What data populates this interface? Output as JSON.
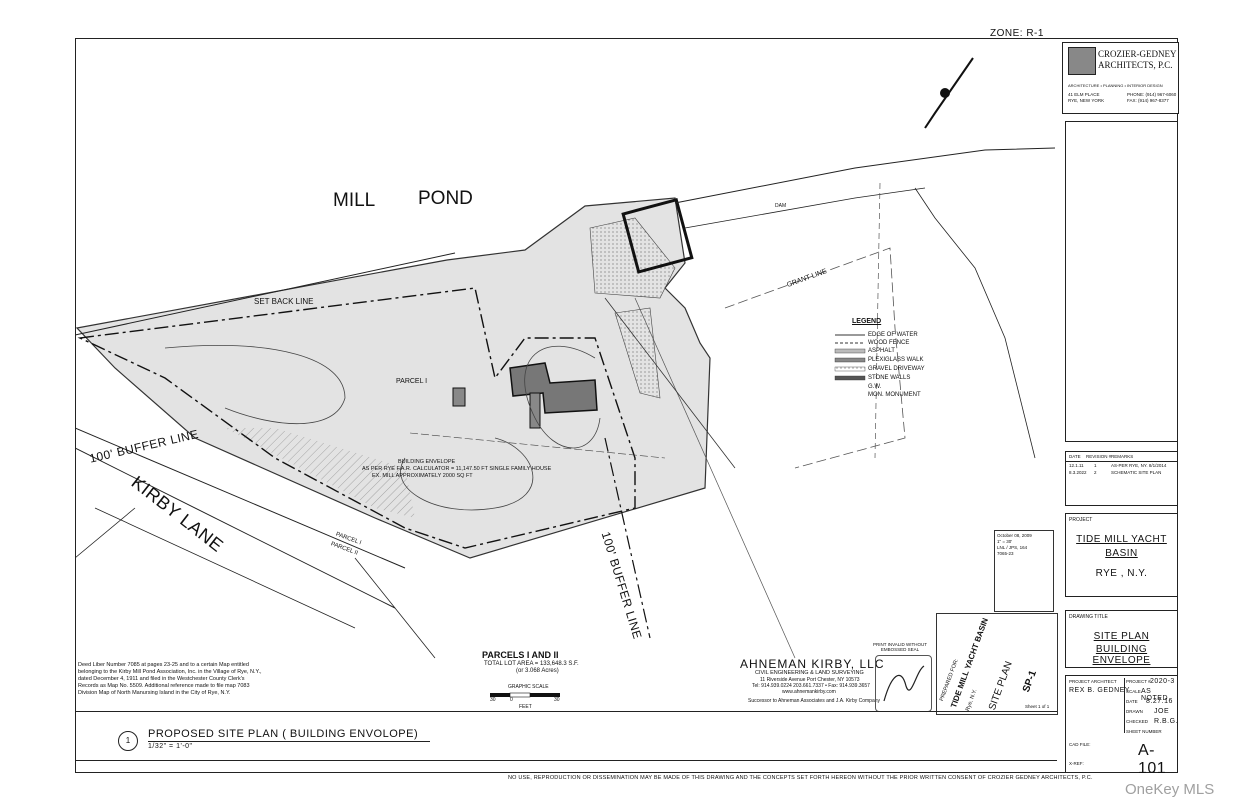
{
  "zone_label": "ZONE: R-1",
  "firm": {
    "name_line1": "CROZIER-GEDNEY",
    "name_line2": "ARCHITECTS, P.C.",
    "services": "ARCHITECTURE • PLANNING • INTERIOR DESIGN",
    "address_line1": "41 ELM PLACE",
    "address_line2": "RYE, NEW YORK",
    "phone": "PHONE: (914) 967-6060",
    "fax": "FAX: (914) 967-8377"
  },
  "map": {
    "water_label_1": "MILL",
    "water_label_2": "POND",
    "street_label": "KIRBY LANE",
    "buffer_line_1": "100' BUFFER LINE",
    "buffer_line_2": "100' BUFFER LINE",
    "setback_label": "SET BACK LINE",
    "grant_line": "GRANT LINE",
    "parcel_label": "PARCEL I",
    "parcel_i_small": "PARCEL I",
    "parcel_ii_small": "PARCEL II",
    "dam_label": "DAM",
    "building_envelope": "BUILDING ENVELOPE",
    "far_note": "AS PER RYE F.A.R. CALCULATOR = 11,147.50 FT SINGLE FAMILY HOUSE",
    "mill_note": "EX. MILL APPROXIMATELY 2000 SQ FT"
  },
  "legend": {
    "title": "LEGEND",
    "items": [
      "EDGE OF WATER",
      "WOOD FENCE",
      "ASPHALT",
      "PLEXIGLASS WALK",
      "GRAVEL DRIVEWAY",
      "STONE WALLS",
      "G.W.",
      "MON. MONUMENT"
    ]
  },
  "parcels": {
    "title": "PARCELS I AND II",
    "total_area": "TOTAL LOT AREA = 133,648.3 S.F.",
    "acres": "(or 3.068 Acres)"
  },
  "scale": {
    "label": "GRAPHIC SCALE",
    "left": "30",
    "mid": "0",
    "right": "30",
    "unit": "FEET"
  },
  "notes": {
    "deed_note": "Deed Liber Number 7085 at pages 23-25 and to a certain Map entitled belonging to the Kirby Mill Pond Association, Inc. in the Village of Rye, N.Y., dated December 4, 1911 and filed in the Westchester County Clerk's Records as Map No. 5509. Additional reference made to file map 7083 Division Map of North Manursing Island in the City of Rye, N.Y."
  },
  "surveyor": {
    "name": "AHNEMAN KIRBY, LLC",
    "subtitle": "CIVIL ENGINEERING & LAND SURVEYING",
    "address": "11 Riverside Avenue  Port Chester, NY 10573",
    "phone": "Tel: 914.939.0224  203.661.7337 • Fax: 914.939.3657",
    "web": "www.ahnemankirby.com",
    "successor": "Successor to Ahneman Associates and J.A. Kirby Company",
    "seal_note": "PRINT INVALID WITHOUT EMBOSSED SEAL"
  },
  "prepared_for": {
    "label": "PREPARED FOR:",
    "name": "TIDE MILL YACHT BASIN",
    "address": "Rye, N.Y."
  },
  "survey_block": {
    "date": "October 08, 2009",
    "scale": "1\" = 30'",
    "field": "LNL / JPS, 164",
    "job": "7065-23",
    "sheet_plan": "SITE PLAN",
    "sheet_no": "SP-1",
    "sheet_of": "Sheet 1 of 1"
  },
  "revisions": {
    "headers": [
      "DATE",
      "REVISION #",
      "REMARKS"
    ],
    "rows": [
      [
        "12.1.11",
        "1",
        "AS-PER RYE, NY. 8/1/2014"
      ],
      [
        "8.3.2022",
        "2",
        "SCHEMATIC SITE PLAN"
      ]
    ]
  },
  "project": {
    "label": "PROJECT",
    "name_line1": "TIDE MILL YACHT",
    "name_line2": "BASIN",
    "location": "RYE , N.Y."
  },
  "drawing_title": {
    "label": "DRAWING TITLE",
    "line1": "SITE PLAN",
    "line2": "BUILDING ENVELOPE"
  },
  "project_info": {
    "rows": [
      [
        "PROJECT ARCHITECT",
        "",
        "PROJECT #",
        "2020-3"
      ],
      [
        "REX B. GEDNEY",
        "",
        "SCALE",
        "AS NOTED"
      ],
      [
        "",
        "",
        "DATE",
        "8.27.16"
      ],
      [
        "",
        "",
        "DRAWN",
        "JOE"
      ],
      [
        "",
        "",
        "CHECKED",
        "R.B.G."
      ],
      [
        "",
        "",
        "SHEET NUMBER",
        ""
      ]
    ],
    "sheet_number": "A-101",
    "cad_file": "CAD FILE:",
    "xref": "X-REF:"
  },
  "drawing_caption": {
    "number": "1",
    "title": "PROPOSED SITE PLAN ( BUILDING ENVOLOPE)",
    "scale": "1/32\" = 1'-0\""
  },
  "footer_disclaimer": "NO USE, REPRODUCTION OR DISSEMINATION MAY BE MADE OF THIS DRAWING AND THE CONCEPTS SET FORTH HEREON WITHOUT THE PRIOR WRITTEN CONSENT OF CROZIER GEDNEY ARCHITECTS, P.C.",
  "watermark": "OneKey MLS"
}
